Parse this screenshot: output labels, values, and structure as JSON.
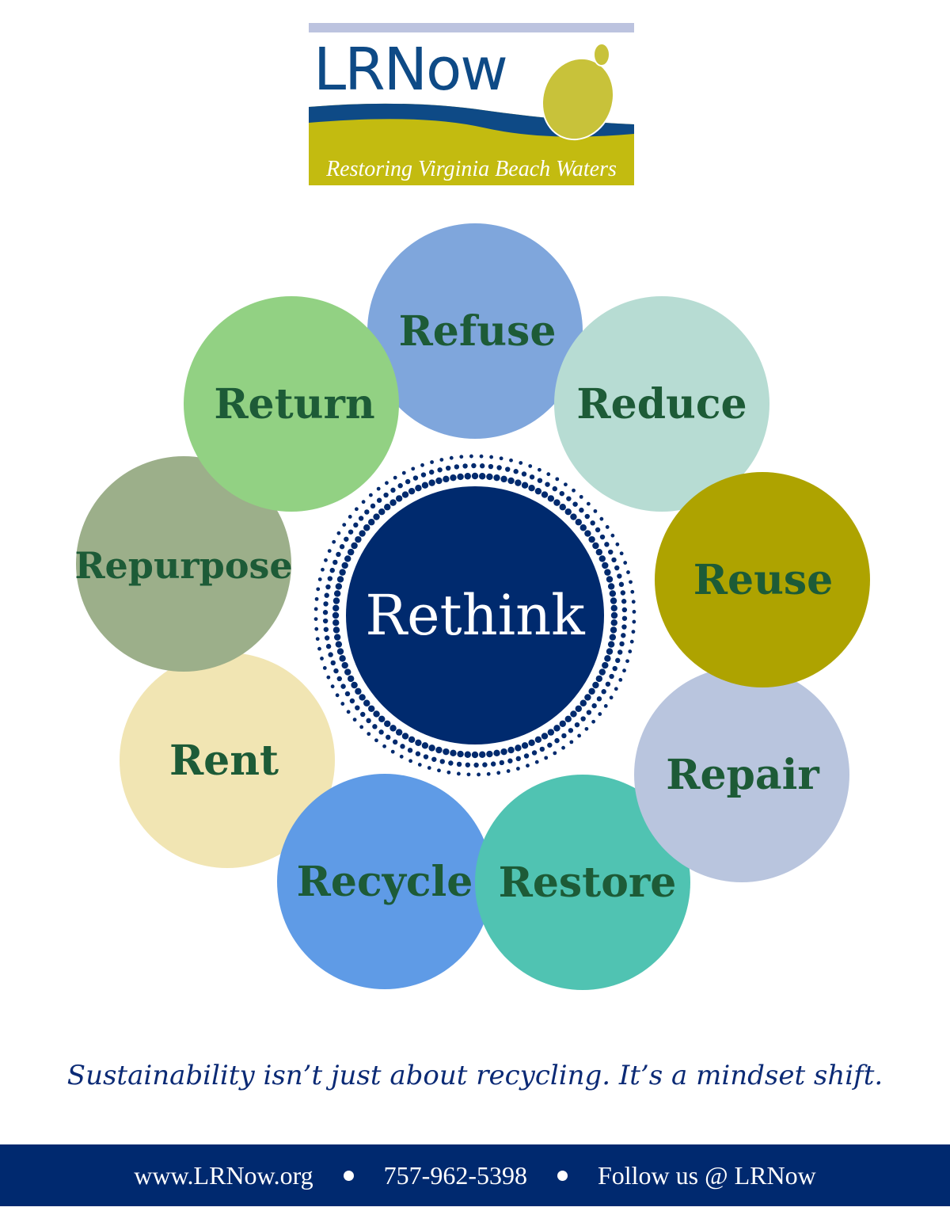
{
  "logo": {
    "name": "LRNow",
    "tagline": "Restoring Virginia Beach Waters"
  },
  "center": {
    "label": "Rethink",
    "color": "#002a6e"
  },
  "text_color": "#1d5b37",
  "items": [
    {
      "label": "Refuse",
      "color": "#7fa6dc"
    },
    {
      "label": "Reduce",
      "color": "#b7dcd3"
    },
    {
      "label": "Rent",
      "color": "#f1e5b3"
    },
    {
      "label": "Recycle",
      "color": "#5f9be6"
    },
    {
      "label": "Restore",
      "color": "#50c3b2"
    },
    {
      "label": "Repair",
      "color": "#b9c5de"
    },
    {
      "label": "Reuse",
      "color": "#aea300"
    },
    {
      "label": "Repurpose",
      "color": "#9caf8a"
    },
    {
      "label": "Return",
      "color": "#92d183"
    }
  ],
  "tagline": "Sustainability isn’t just about recycling. It’s a mindset shift.",
  "footer": {
    "website": "www.LRNow.org",
    "phone": "757-962-5398",
    "social": "Follow us @ LRNow"
  }
}
